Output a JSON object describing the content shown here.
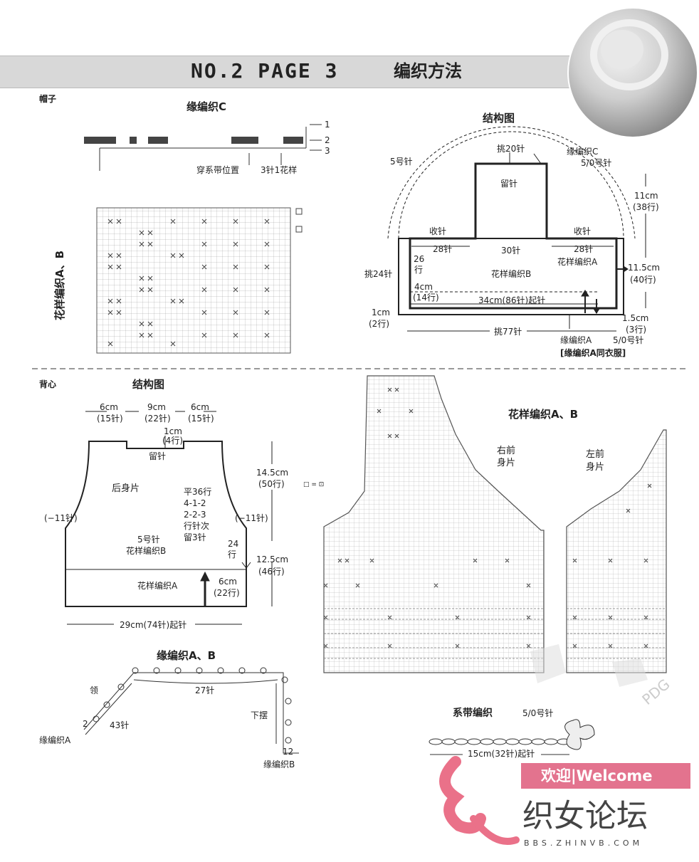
{
  "header": {
    "page_label": "NO.2 PAGE 3",
    "title": "编织方法"
  },
  "hat": {
    "section": "帽子",
    "edge_c_title": "缘编织C",
    "row_marks": [
      "1",
      "2",
      "3"
    ],
    "tie_position": "穿系带位置",
    "repeat_note": "3针1花样",
    "chart_label": "花样编织A、B",
    "structure_title": "结构图",
    "pick20": "挑20针",
    "edge_c": "缘编织C",
    "needle_50": "5/0号针",
    "needle_5": "5号针",
    "leave": "留针",
    "h_11cm": "11cm",
    "h_38rows": "(38行)",
    "dec_left": "收针",
    "dec_right": "收针",
    "st_28_left": "28针",
    "st_30": "30针",
    "st_28_right": "28针",
    "pattern_a": "花样编织A",
    "pattern_b": "花样编织B",
    "rows_26": "26",
    "rows_26_unit": "行",
    "pick24": "挑24针",
    "w_4cm": "4cm",
    "w_14st": "(14行)",
    "cast_on": "34cm(86针)起针",
    "h_115cm": "11.5cm",
    "h_40rows": "(40行)",
    "h_1cm": "1cm",
    "h_2rows": "(2行)",
    "h_15cm": "1.5cm",
    "h_3rows": "(3行)",
    "pick77": "挑77针",
    "edge_a": "缘编织A",
    "needle_50b": "5/0号针",
    "edge_note": "[缘编织A同衣服]"
  },
  "vest": {
    "section": "背心",
    "structure_title": "结构图",
    "top_6cm_l": "6cm",
    "top_15st_l": "(15针)",
    "top_9cm": "9cm",
    "top_22st": "(22针)",
    "top_6cm_r": "6cm",
    "top_15st_r": "(15针)",
    "neck_1cm": "1cm",
    "neck_4rows": "(4行)",
    "leave": "留针",
    "back_piece": "后身片",
    "shaping": [
      "平36行",
      "4-1-2",
      "2-2-3",
      "行针次",
      "留3针"
    ],
    "minus11_l": "(−11针)",
    "minus11_r": "(−11针)",
    "needle5": "5号针",
    "pattern_b": "花样编织B",
    "pattern_a": "花样编织A",
    "rows24": "24",
    "rows24_unit": "行",
    "h_145": "14.5cm",
    "h_50rows": "(50行)",
    "h_125": "12.5cm",
    "h_46rows": "(46行)",
    "h_6cm": "6cm",
    "h_22rows": "(22行)",
    "cast_on": "29cm(74针)起针"
  },
  "edging": {
    "title": "缘编织A、B",
    "collar": "领",
    "st27": "27针",
    "st43": "43针",
    "hem": "下摆",
    "edge_a": "缘编织A",
    "edge_b": "缘编织B",
    "num2": "2",
    "num12": "12"
  },
  "chart": {
    "title": "花样编织A、B",
    "right_front_1": "右前",
    "right_front_2": "身片",
    "left_front_1": "左前",
    "left_front_2": "身片",
    "legend": "□ = ⊡"
  },
  "tie": {
    "title": "系带编织",
    "needle": "5/0号针",
    "cast_on": "15cm(32针)起针"
  },
  "watermark": {
    "welcome": "欢迎|Welcome",
    "site": "织女论坛",
    "url": "BBS.ZHINVB.COM",
    "pdg": "PDG"
  }
}
